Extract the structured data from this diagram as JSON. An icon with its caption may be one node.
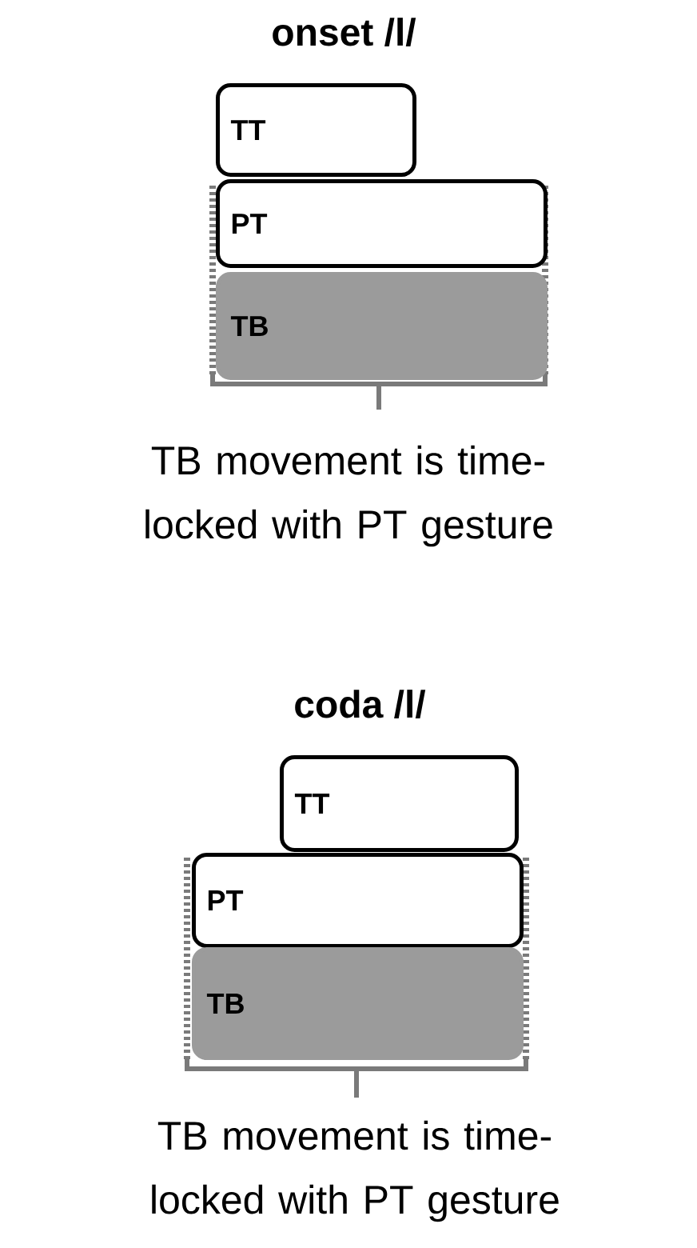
{
  "diagram": {
    "nodes": [
      {
        "text": [
          "TT"
        ]
      },
      {
        "text": [
          "PT"
        ]
      },
      {
        "text": [
          "TB"
        ]
      },
      {
        "text": [
          "TT"
        ]
      },
      {
        "text": [
          "PT"
        ]
      },
      {
        "text": [
          "TB"
        ]
      }
    ],
    "labels": [
      "onset /l/",
      "TB movement is time-locked with PT gesture",
      "coda /l/",
      "TB movement is time-locked with PT gesture"
    ]
  }
}
